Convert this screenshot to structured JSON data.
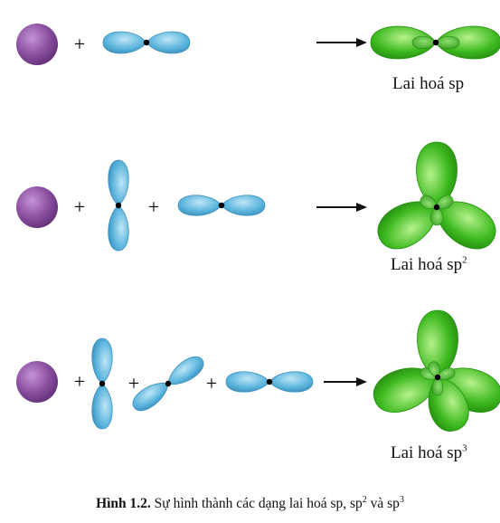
{
  "plus_sign": "+",
  "rows": [
    {
      "label_text": "Lai hoá sp",
      "label_sup": ""
    },
    {
      "label_text": "Lai hoá sp",
      "label_sup": "2"
    },
    {
      "label_text": "Lai hoá sp",
      "label_sup": "3"
    }
  ],
  "caption": {
    "number": "Hình 1.2.",
    "text_1": " Sự hình thành các dạng lai hoá sp, sp",
    "sup_1": "2",
    "text_2": " và sp",
    "sup_2": "3"
  },
  "colors": {
    "s_orbital": "#8a4fa0",
    "p_orbital": "#5ab4dc",
    "hybrid_orbital": "#3cb81e"
  }
}
